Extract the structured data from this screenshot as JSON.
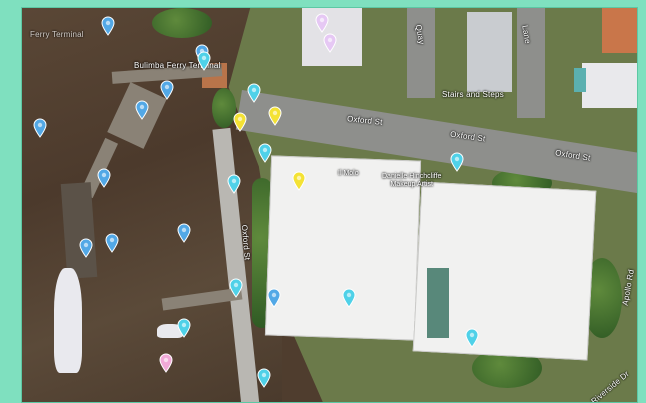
{
  "map": {
    "labels": {
      "top_left": "Ferry Terminal",
      "pier": "Bulimba Ferry Terminal",
      "stairs": "Stairs and Steps",
      "oxford_st_1": "Oxford St",
      "oxford_st_2": "Oxford St",
      "oxford_st_3": "Oxford St",
      "venue": "Il Molo",
      "building": "Danielle Hinchcliffe\nMakeup Artist",
      "quay": "Quay",
      "lane": "Lane",
      "oxford_right": "Oxford St",
      "apollo": "Apollo Rd",
      "riverside": "Riverside Dr"
    },
    "pin_colors": {
      "blue": "#52a8e6",
      "cyan": "#4fd1e8",
      "yellow": "#f4e234",
      "pink": "#f1a9d8",
      "lilac": "#e6c8f4"
    },
    "pins": [
      {
        "color": "blue"
      },
      {
        "color": "blue"
      },
      {
        "color": "blue"
      },
      {
        "color": "blue"
      },
      {
        "color": "blue"
      },
      {
        "color": "blue"
      },
      {
        "color": "blue"
      },
      {
        "color": "blue"
      },
      {
        "color": "blue"
      },
      {
        "color": "blue"
      },
      {
        "color": "cyan"
      },
      {
        "color": "cyan"
      },
      {
        "color": "cyan"
      },
      {
        "color": "cyan"
      },
      {
        "color": "cyan"
      },
      {
        "color": "cyan"
      },
      {
        "color": "cyan"
      },
      {
        "color": "cyan"
      },
      {
        "color": "cyan"
      },
      {
        "color": "cyan"
      },
      {
        "color": "yellow"
      },
      {
        "color": "yellow"
      },
      {
        "color": "yellow"
      },
      {
        "color": "pink"
      },
      {
        "color": "lilac"
      },
      {
        "color": "lilac"
      }
    ]
  }
}
